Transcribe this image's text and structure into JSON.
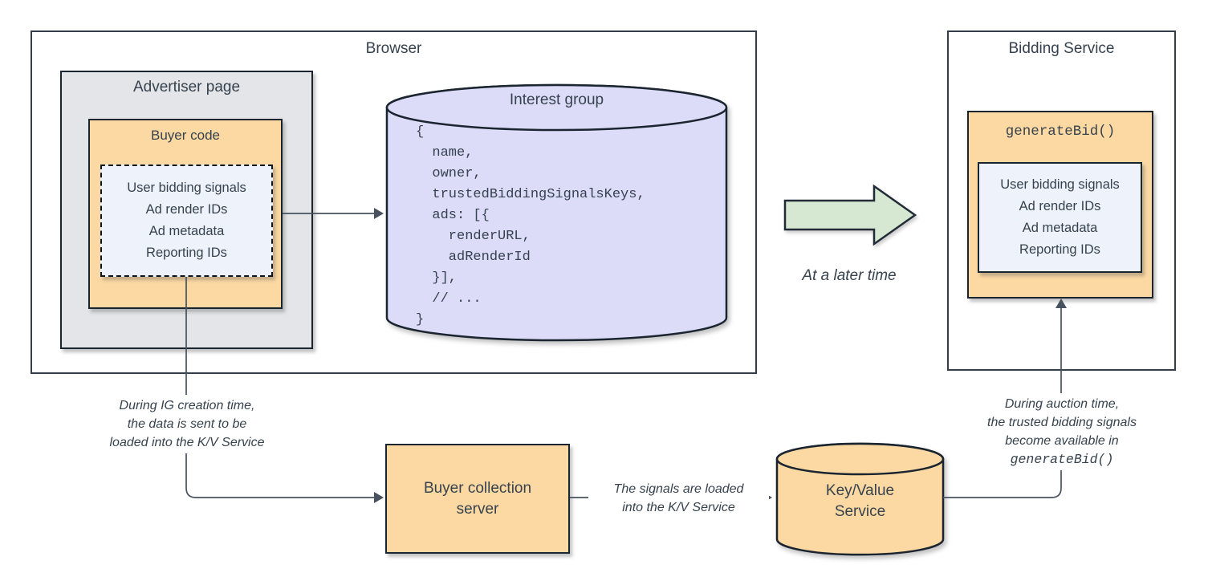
{
  "colors": {
    "orange_fill": "#fcd9a2",
    "lavender_fill": "#dcdcf9",
    "light_blue_fill": "#eef3fb",
    "gray_fill": "#e3e5e8",
    "green_fill": "#d7e8d2",
    "stroke": "#1b2530",
    "text": "#36424e"
  },
  "browser": {
    "title": "Browser"
  },
  "advertiser_page": {
    "title": "Advertiser page",
    "buyer_code": {
      "title": "Buyer code",
      "signals": [
        "User bidding signals",
        "Ad render IDs",
        "Ad metadata",
        "Reporting IDs"
      ]
    }
  },
  "interest_group": {
    "title": "Interest group",
    "code": "{\n  name,\n  owner,\n  trustedBiddingSignalsKeys,\n  ads: [{\n    renderURL,\n    adRenderId\n  }],\n  // ...\n}"
  },
  "transition": {
    "label": "At a later time"
  },
  "bidding_service": {
    "title": "Bidding Service",
    "generate_bid": {
      "title": "generateBid()",
      "signals": [
        "User bidding signals",
        "Ad render IDs",
        "Ad metadata",
        "Reporting IDs"
      ]
    }
  },
  "buyer_collection_server": {
    "label": "Buyer collection\nserver"
  },
  "kv_service": {
    "label": "Key/Value\nService"
  },
  "annotations": {
    "ig_creation": "During IG creation time,\nthe data is sent to be\nloaded into the K/V Service",
    "signals_loaded": "The signals are loaded\ninto the K/V Service",
    "auction_time": "During auction time,\nthe trusted bidding signals\nbecome available in",
    "auction_time_code": "generateBid()"
  }
}
